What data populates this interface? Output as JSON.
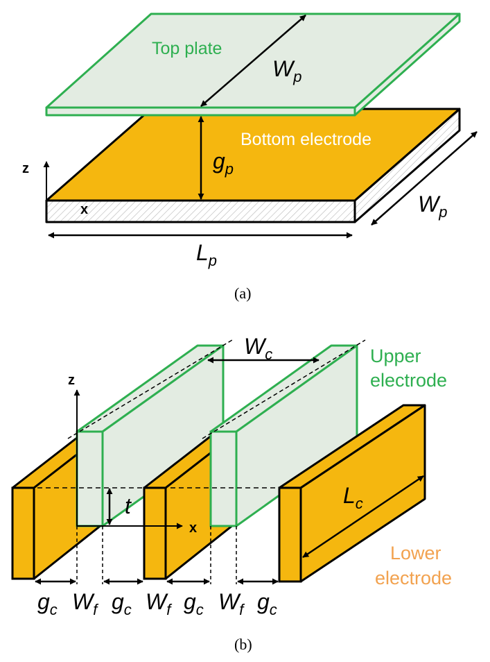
{
  "panel_a": {
    "top_plate": "Top plate",
    "bottom_electrode": "Bottom electrode",
    "width_top": {
      "main": "W",
      "sub": "p"
    },
    "width_bottom": {
      "main": "W",
      "sub": "p"
    },
    "gap": {
      "main": "g",
      "sub": "p"
    },
    "length": {
      "main": "L",
      "sub": "p"
    },
    "axis_z": "z",
    "axis_x": "x",
    "caption": "(a)"
  },
  "panel_b": {
    "upper_electrode_line1": "Upper",
    "upper_electrode_line2": "electrode",
    "lower_electrode_line1": "Lower",
    "lower_electrode_line2": "electrode",
    "spacing": {
      "main": "W",
      "sub": "c"
    },
    "length": {
      "main": "L",
      "sub": "c"
    },
    "thickness": "t",
    "axis_z": "z",
    "axis_x": "x",
    "bottom_labels": [
      {
        "main": "g",
        "sub": "c"
      },
      {
        "main": "W",
        "sub": "f"
      },
      {
        "main": "g",
        "sub": "c"
      },
      {
        "main": "W",
        "sub": "f"
      },
      {
        "main": "g",
        "sub": "c"
      },
      {
        "main": "W",
        "sub": "f"
      },
      {
        "main": "g",
        "sub": "c"
      }
    ],
    "caption": "(b)"
  },
  "colors": {
    "electrode_fill": "#f5b70f",
    "plate_fill": "#e3ece2",
    "plate_stroke": "#2eaf50",
    "upper_label": "#2eaf50",
    "lower_label": "#f2a24f",
    "outline": "#000000"
  }
}
